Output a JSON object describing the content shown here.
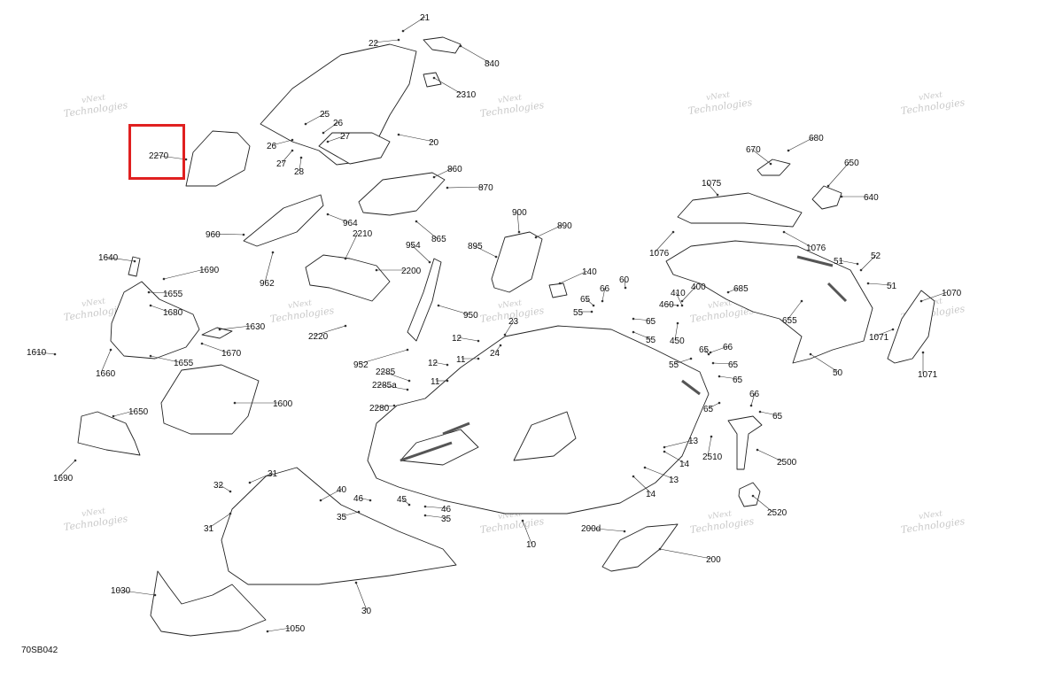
{
  "diagram": {
    "figure_code": "70SB042",
    "highlight_color": "#e02020",
    "highlighted_callout": "2270",
    "watermark": {
      "line1": "vNext",
      "line2": "Technologies"
    },
    "callouts": [
      "21",
      "22",
      "840",
      "2310",
      "20",
      "25",
      "26",
      "26",
      "27",
      "27",
      "28",
      "2270",
      "860",
      "870",
      "964",
      "960",
      "865",
      "2210",
      "962",
      "2200",
      "954",
      "950",
      "2220",
      "952",
      "1640",
      "1690",
      "1655",
      "1680",
      "1630",
      "1670",
      "1655",
      "1660",
      "1610",
      "1650",
      "1600",
      "1690",
      "900",
      "890",
      "895",
      "140",
      "60",
      "65",
      "66",
      "55",
      "65",
      "55",
      "23",
      "24",
      "12",
      "11",
      "12",
      "11",
      "2285",
      "2285a",
      "2280",
      "410",
      "400",
      "685",
      "460",
      "450",
      "65",
      "1075",
      "1076",
      "1076",
      "680",
      "670",
      "650",
      "640",
      "52",
      "51",
      "51",
      "1070",
      "1071",
      "1071",
      "655",
      "50",
      "66",
      "55",
      "65",
      "65",
      "65",
      "66",
      "65",
      "2510",
      "2500",
      "2520",
      "13",
      "14",
      "13",
      "14",
      "31",
      "32",
      "31",
      "40",
      "46",
      "45",
      "46",
      "35",
      "35",
      "10",
      "200d",
      "200",
      "30",
      "1030",
      "1050"
    ]
  }
}
